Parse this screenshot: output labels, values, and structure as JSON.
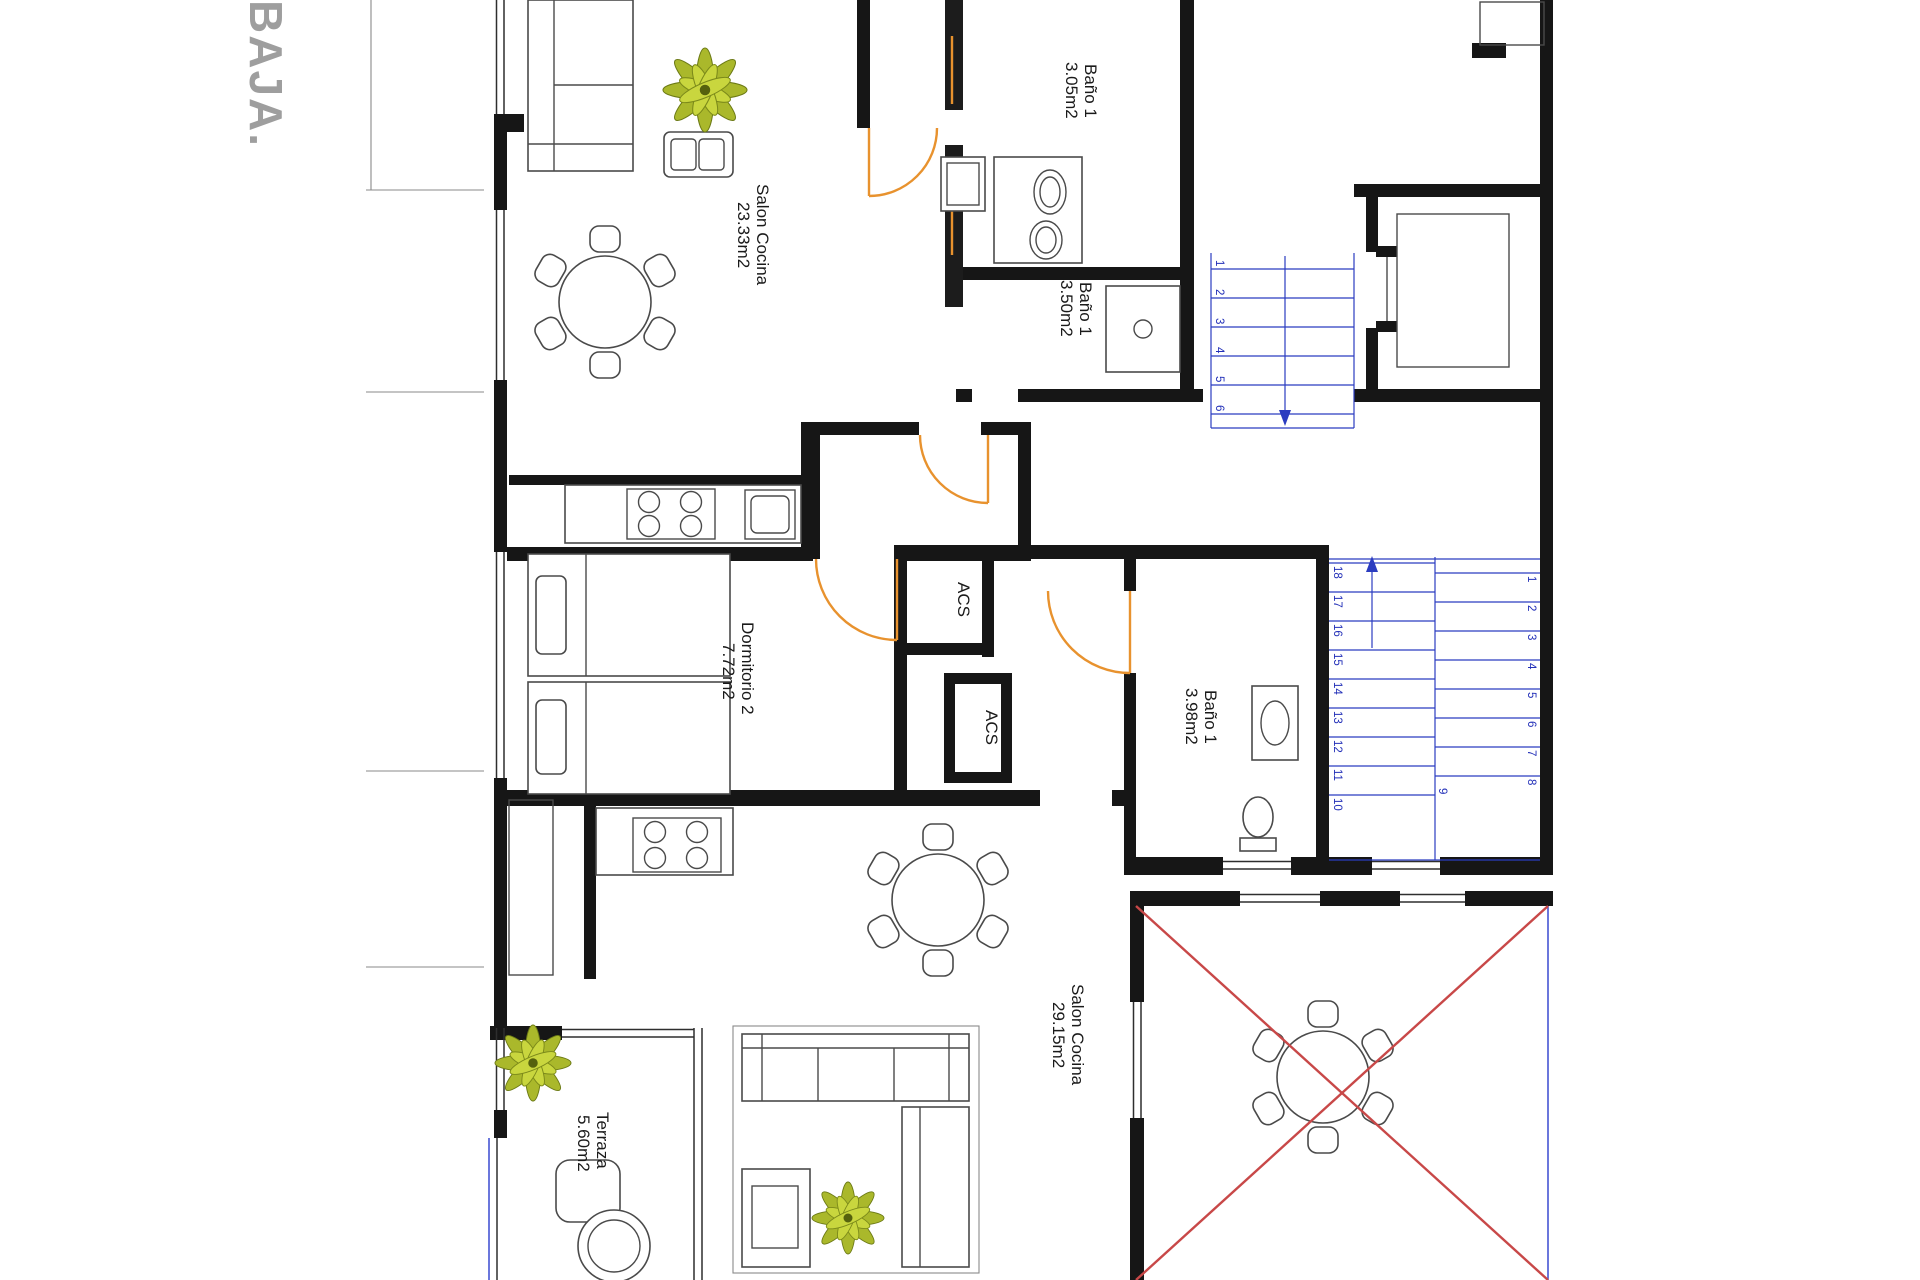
{
  "sheet": {
    "title": "BAJA."
  },
  "rooms": [
    {
      "name": "Salon Cocina",
      "area": "23.33m2"
    },
    {
      "name": "Baño 1",
      "area": "3.05m2"
    },
    {
      "name": "Baño 1",
      "area": "3.50m2"
    },
    {
      "name": "Dormitorio 2",
      "area": "7.72m2"
    },
    {
      "name": "Baño 1",
      "area": "3.98m2"
    },
    {
      "name": "Salon Cocina",
      "area": "29.15m2"
    },
    {
      "name": "Terraza",
      "area": "5.60m2"
    }
  ],
  "closets": [
    {
      "label": "ACS"
    },
    {
      "label": "ACS"
    }
  ],
  "stairs": {
    "upper_flight": [
      "1",
      "2",
      "3",
      "4",
      "5",
      "6"
    ],
    "mid_left_flight": [
      "18",
      "17",
      "16",
      "15",
      "14",
      "13",
      "12",
      "11",
      "10"
    ],
    "mid_right_flight": [
      "1",
      "2",
      "3",
      "4",
      "5",
      "6",
      "7",
      "8"
    ],
    "mid_landing": "9"
  },
  "colors": {
    "wall": "#161616",
    "door_orange": "#e8922e",
    "stair_blue": "#2b3cc0",
    "cross_red": "#c84848",
    "plant_dark": "#6c7a15",
    "plant_light": "#b8c32f",
    "title_gray": "#9e9e9e"
  }
}
